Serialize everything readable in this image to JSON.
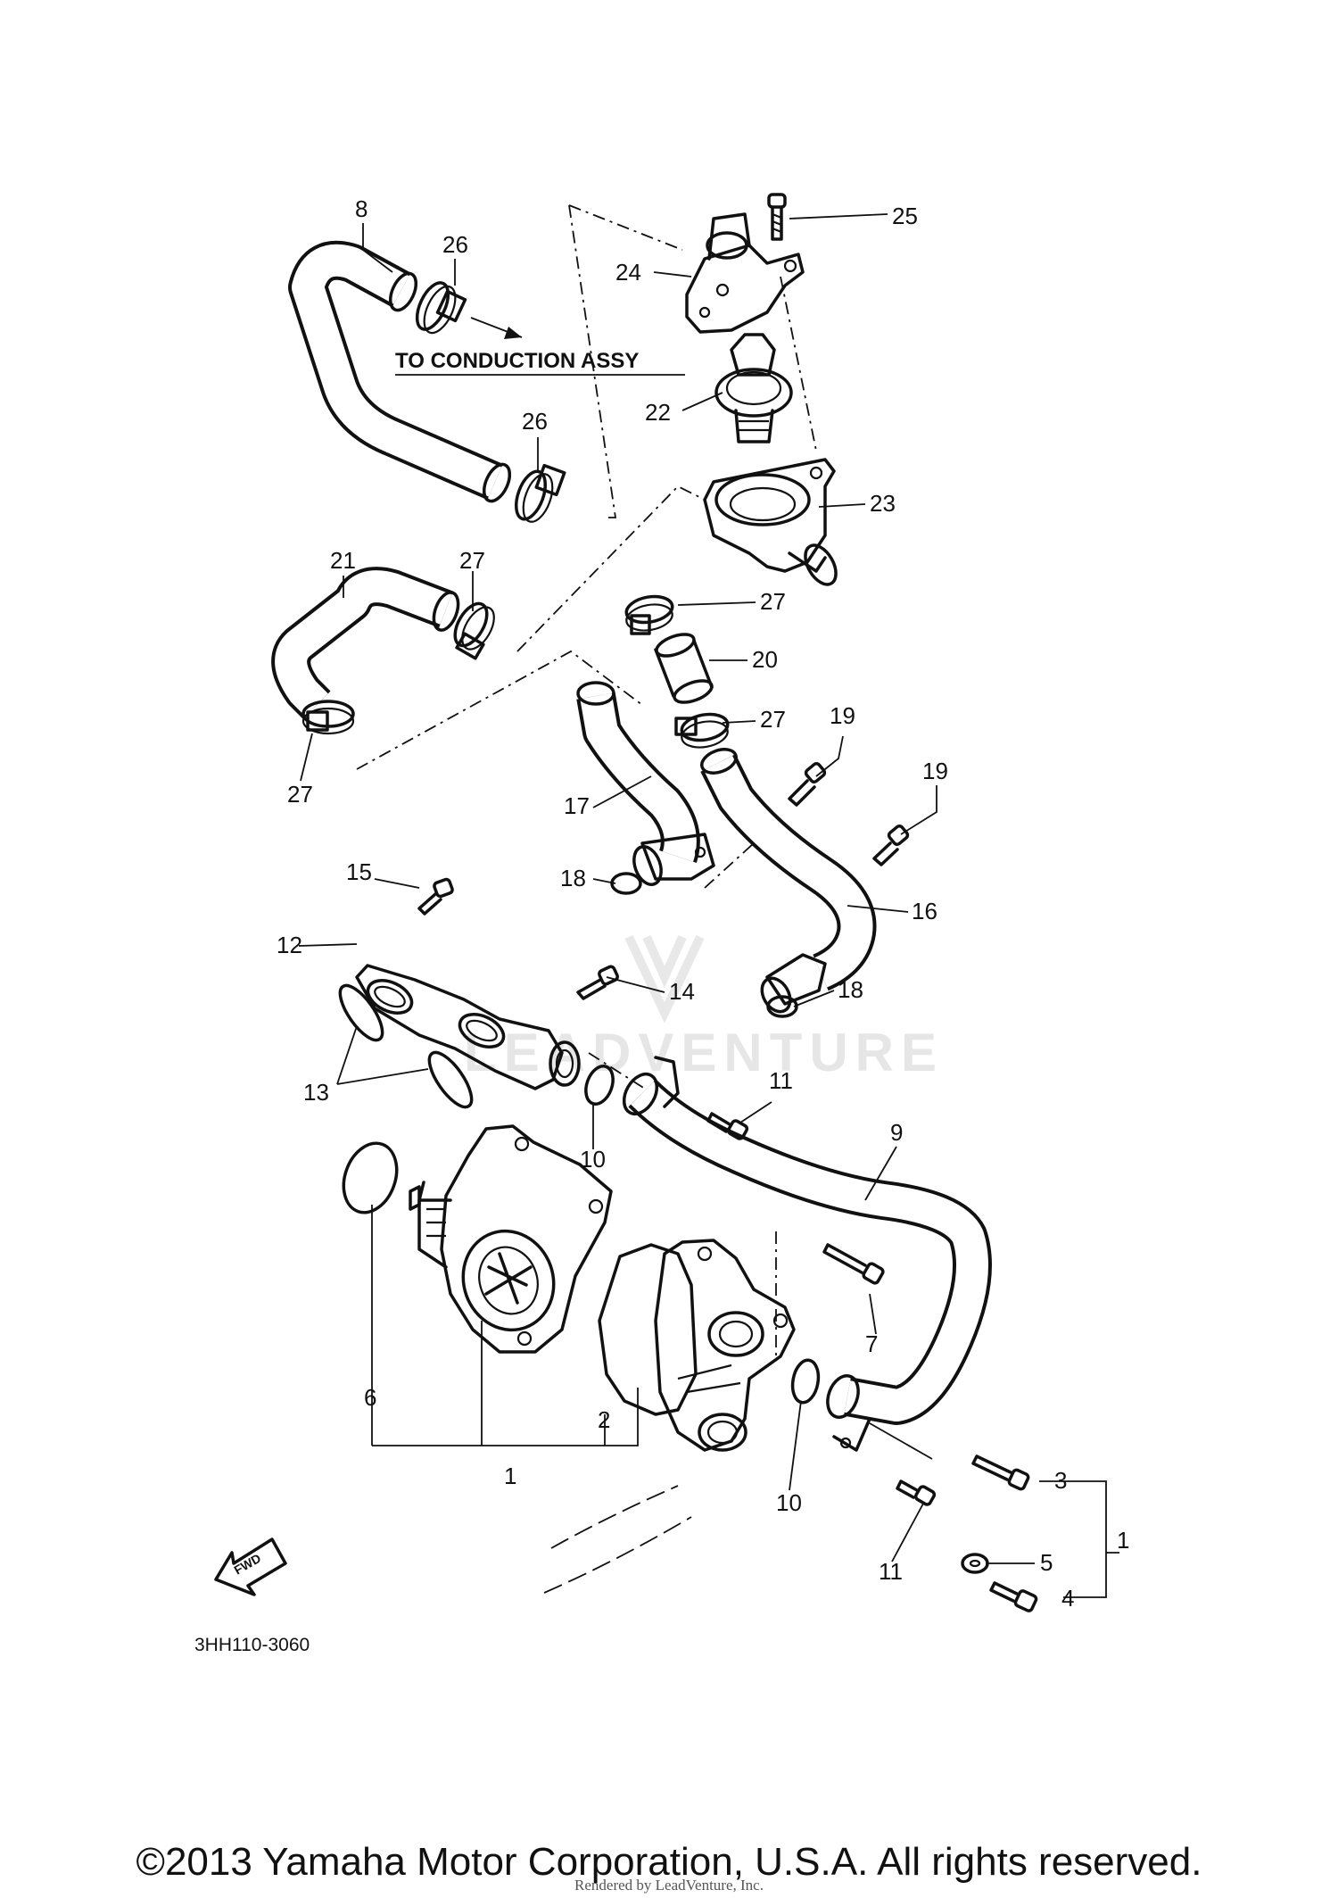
{
  "callouts": [
    {
      "id": "c1a",
      "text": "1"
    },
    {
      "id": "c1b",
      "text": "1"
    },
    {
      "id": "c2",
      "text": "2"
    },
    {
      "id": "c3",
      "text": "3"
    },
    {
      "id": "c4",
      "text": "4"
    },
    {
      "id": "c5",
      "text": "5"
    },
    {
      "id": "c6",
      "text": "6"
    },
    {
      "id": "c7",
      "text": "7"
    },
    {
      "id": "c8",
      "text": "8"
    },
    {
      "id": "c9",
      "text": "9"
    },
    {
      "id": "c10a",
      "text": "10"
    },
    {
      "id": "c10b",
      "text": "10"
    },
    {
      "id": "c11a",
      "text": "11"
    },
    {
      "id": "c11b",
      "text": "11"
    },
    {
      "id": "c12",
      "text": "12"
    },
    {
      "id": "c13",
      "text": "13"
    },
    {
      "id": "c14",
      "text": "14"
    },
    {
      "id": "c15",
      "text": "15"
    },
    {
      "id": "c16",
      "text": "16"
    },
    {
      "id": "c17",
      "text": "17"
    },
    {
      "id": "c18a",
      "text": "18"
    },
    {
      "id": "c18b",
      "text": "18"
    },
    {
      "id": "c19a",
      "text": "19"
    },
    {
      "id": "c19b",
      "text": "19"
    },
    {
      "id": "c20",
      "text": "20"
    },
    {
      "id": "c21",
      "text": "21"
    },
    {
      "id": "c22",
      "text": "22"
    },
    {
      "id": "c23",
      "text": "23"
    },
    {
      "id": "c24",
      "text": "24"
    },
    {
      "id": "c25",
      "text": "25"
    },
    {
      "id": "c26a",
      "text": "26"
    },
    {
      "id": "c26b",
      "text": "26"
    },
    {
      "id": "c27a",
      "text": "27"
    },
    {
      "id": "c27b",
      "text": "27"
    },
    {
      "id": "c27c",
      "text": "27"
    },
    {
      "id": "c27d",
      "text": "27"
    }
  ],
  "labels": {
    "conduction": "TO CONDUCTION ASSY",
    "fwd": "FWD",
    "diagram_code": "3HH110-3060",
    "watermark": "LEADVENTURE"
  },
  "footer": {
    "copyright": "©2013 Yamaha Motor Corporation, U.S.A. All rights reserved.",
    "rendered_by": "Rendered by LeadVenture, Inc."
  }
}
